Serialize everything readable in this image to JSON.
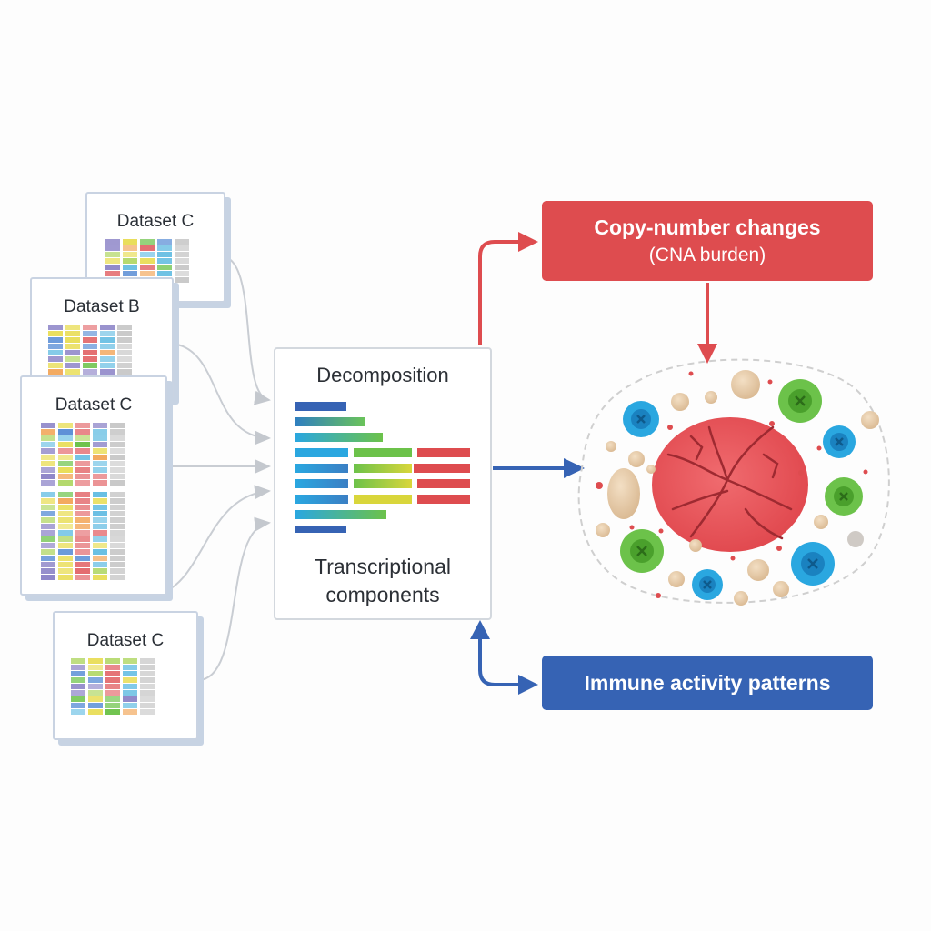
{
  "datasets": [
    {
      "label": "Dataset C"
    },
    {
      "label": "Dataset B"
    },
    {
      "label": "Dataset C"
    },
    {
      "label": "Dataset C"
    }
  ],
  "decomposition": {
    "title": "Decomposition",
    "subtitle_line1": "Transcriptional",
    "subtitle_line2": "components"
  },
  "cna": {
    "title": "Copy-number changes",
    "subtitle": "(CNA burden)"
  },
  "immune": {
    "title": "Immune activity patterns"
  },
  "colors": {
    "red": "#de4c4f",
    "blue": "#3663b4",
    "green": "#6cc24a",
    "cyan": "#2aa7e0",
    "tumor": "#e85a5f",
    "card_border": "#c9d3e2"
  },
  "icons": {
    "tumor_cell": "tumor-cell-icon",
    "immune_cell": "immune-cell-icon",
    "stromal_cell": "stromal-cell-icon"
  }
}
